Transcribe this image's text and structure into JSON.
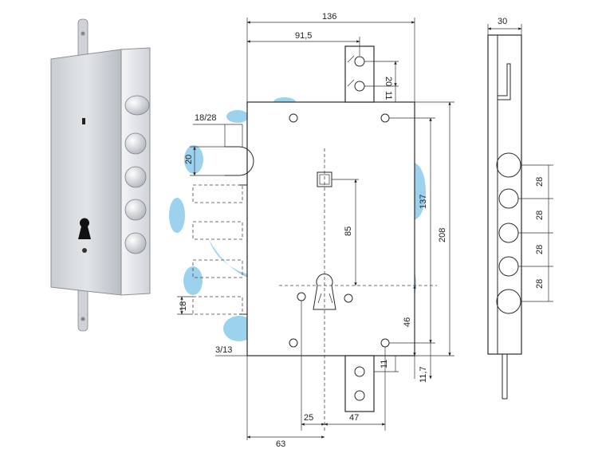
{
  "dimensions": {
    "overall_width": "136",
    "top_plate_offset": "91,5",
    "top_plate_height": "20",
    "top_plate_gap": "11",
    "bolt_head": "18/28",
    "bolt_height": "20",
    "lower_bolt": "18",
    "edge_offset": "3/13",
    "spindle_to_cyl": "85",
    "hole_spacing": "137",
    "overall_height": "208",
    "cyl_to_bottom": "46",
    "bottom_gap": "11",
    "bottom_offset": "11,7",
    "cyl_offset": "25",
    "hole_offset": "47",
    "backset": "63",
    "side_width": "30",
    "pitch_1": "28",
    "pitch_2": "28",
    "pitch_3": "28",
    "pitch_4": "28"
  },
  "colors": {
    "line": "#2a2a2a",
    "watermark": "#7cc3ea",
    "lock_body": "#d9dde2",
    "lock_faceplate": "#eef0f2"
  }
}
